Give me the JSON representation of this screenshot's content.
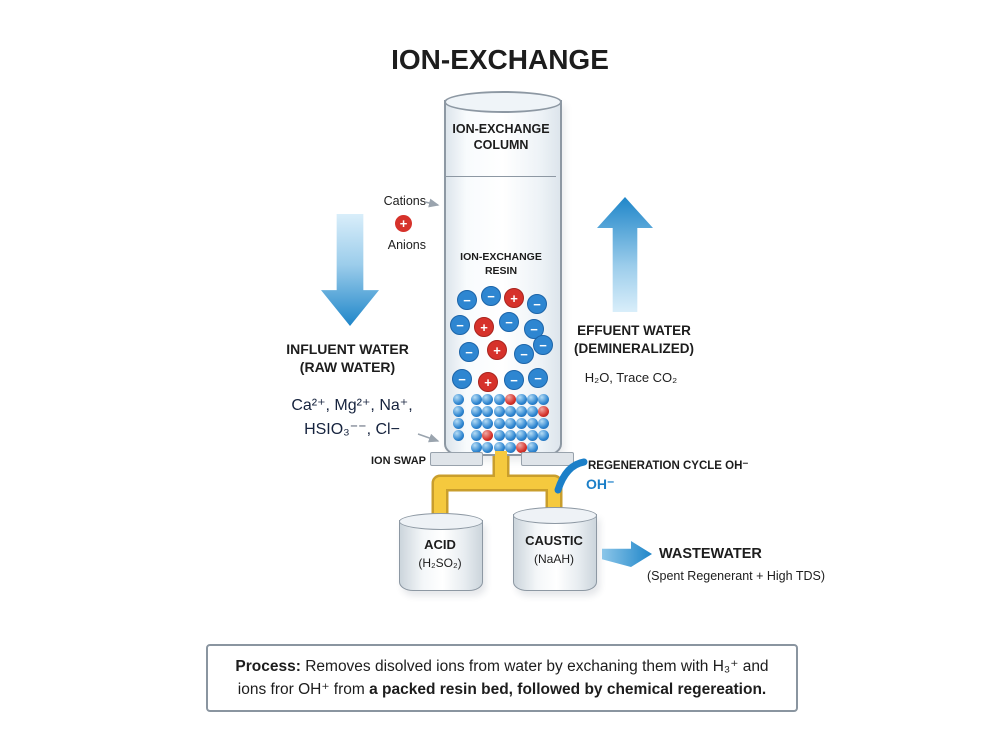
{
  "title": "ION-EXCHANGE",
  "column": {
    "label_line1": "ION-EXCHANGE",
    "label_line2": "COLUMN",
    "resin_line1": "ION-EXCHANGE",
    "resin_line2": "RESIN"
  },
  "influent": {
    "cations_label": "Cations",
    "cation_symbol": "+",
    "anions_label": "Anions",
    "title_line1": "INFLUENT WATER",
    "title_line2": "(RAW WATER)",
    "ions_line1": "Ca²⁺, Mg²⁺, Na⁺,",
    "ions_line2": "HSIO₃⁻⁻, Cl−",
    "ion_swap_label": "ION SWAP"
  },
  "effluent": {
    "title_line1": "EFFUENT WATER",
    "title_line2": "(DEMINERALIZED)",
    "subtitle": "H₂O, Trace CO₂"
  },
  "regeneration": {
    "label": "REGENERATION CYCLE OH⁻",
    "oh_label": "OH⁻"
  },
  "tanks": {
    "acid_name": "ACID",
    "acid_formula": "(H₂SO₂)",
    "caustic_name": "CAUSTIC",
    "caustic_formula": "(NaAH)"
  },
  "wastewater": {
    "title": "WASTEWATER",
    "subtitle": "(Spent Regenerant + High TDS)"
  },
  "process": {
    "label": "Process:",
    "line1_rest": " Removes disolved ions from water by exchaning them with H₃⁺ and",
    "line2_normal": "ions fror OH⁺ from ",
    "line2_bold": "a packed resin bed, followed by chemical regereation."
  },
  "resin": {
    "cation_symbol": "+",
    "anion_symbol": "−"
  },
  "colors": {
    "arrow_blue_dark": "#1f86c9",
    "arrow_blue_light": "#d9eefa",
    "cation_red": "#d6322b",
    "anion_blue": "#2e86d1",
    "pipe_yellow": "#f5c93e",
    "pipe_outline": "#c99e2c",
    "oh_blue": "#1b7fc8",
    "ink": "#1d1d1d",
    "outline_gray": "#8d98a3"
  }
}
